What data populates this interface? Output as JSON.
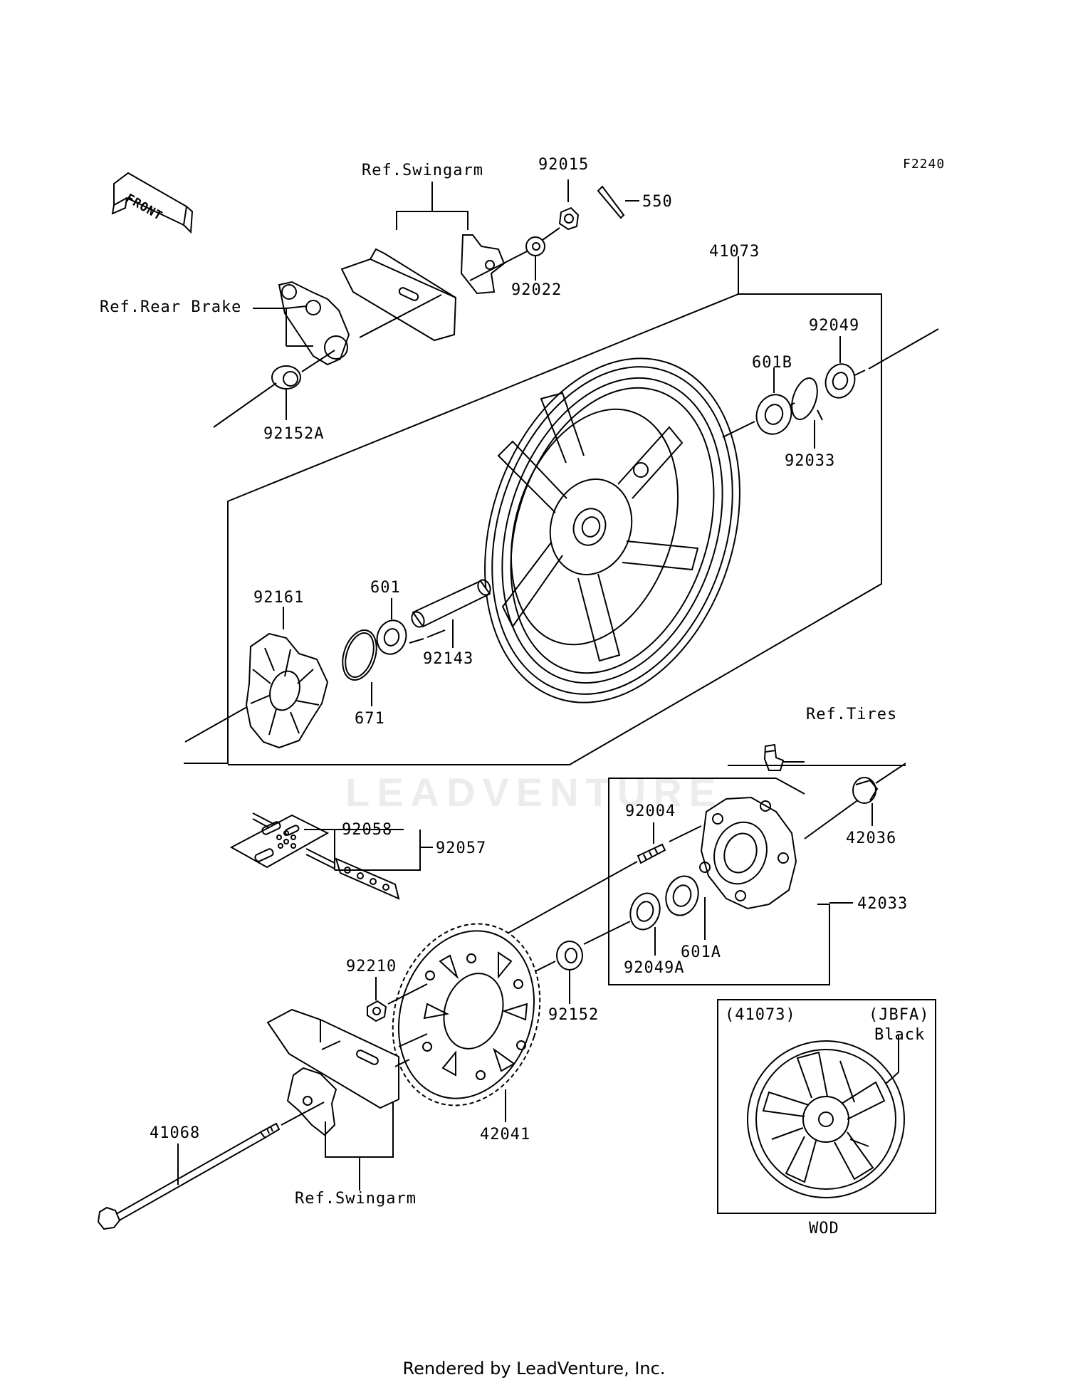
{
  "diagram_code": "F2240",
  "front_label": "FRONT",
  "ref_labels": {
    "swingarm_top": "Ref.Swingarm",
    "rear_brake": "Ref.Rear Brake",
    "tires": "Ref.Tires",
    "swingarm_bottom": "Ref.Swingarm"
  },
  "parts": {
    "p92015": "92015",
    "p550": "550",
    "p92022": "92022",
    "p41073": "41073",
    "p92049": "92049",
    "p601B": "601B",
    "p92033": "92033",
    "p92152A": "92152A",
    "p92161": "92161",
    "p601": "601",
    "p92143": "92143",
    "p671": "671",
    "p92058": "92058",
    "p92057": "92057",
    "p92004": "92004",
    "p42036": "42036",
    "p42033": "42033",
    "p601A": "601A",
    "p92049A": "92049A",
    "p92210": "92210",
    "p92152": "92152",
    "p42041": "42041",
    "p41068": "41068"
  },
  "inset": {
    "part_ref": "(41073)",
    "variant": "(JBFA)",
    "color": "Black",
    "code": "WOD"
  },
  "watermark": "LEADVENTURE",
  "footer": "Rendered by LeadVenture, Inc."
}
